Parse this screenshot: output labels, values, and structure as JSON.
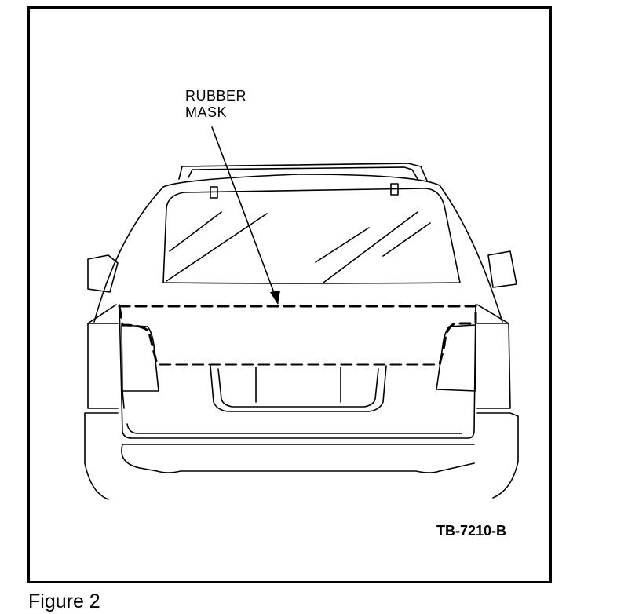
{
  "diagram": {
    "callout_line1": "RUBBER",
    "callout_line2": "MASK",
    "figure_code": "TB-7210-B",
    "caption": "Figure 2"
  },
  "colors": {
    "ink": "#000000",
    "paper": "#ffffff"
  }
}
